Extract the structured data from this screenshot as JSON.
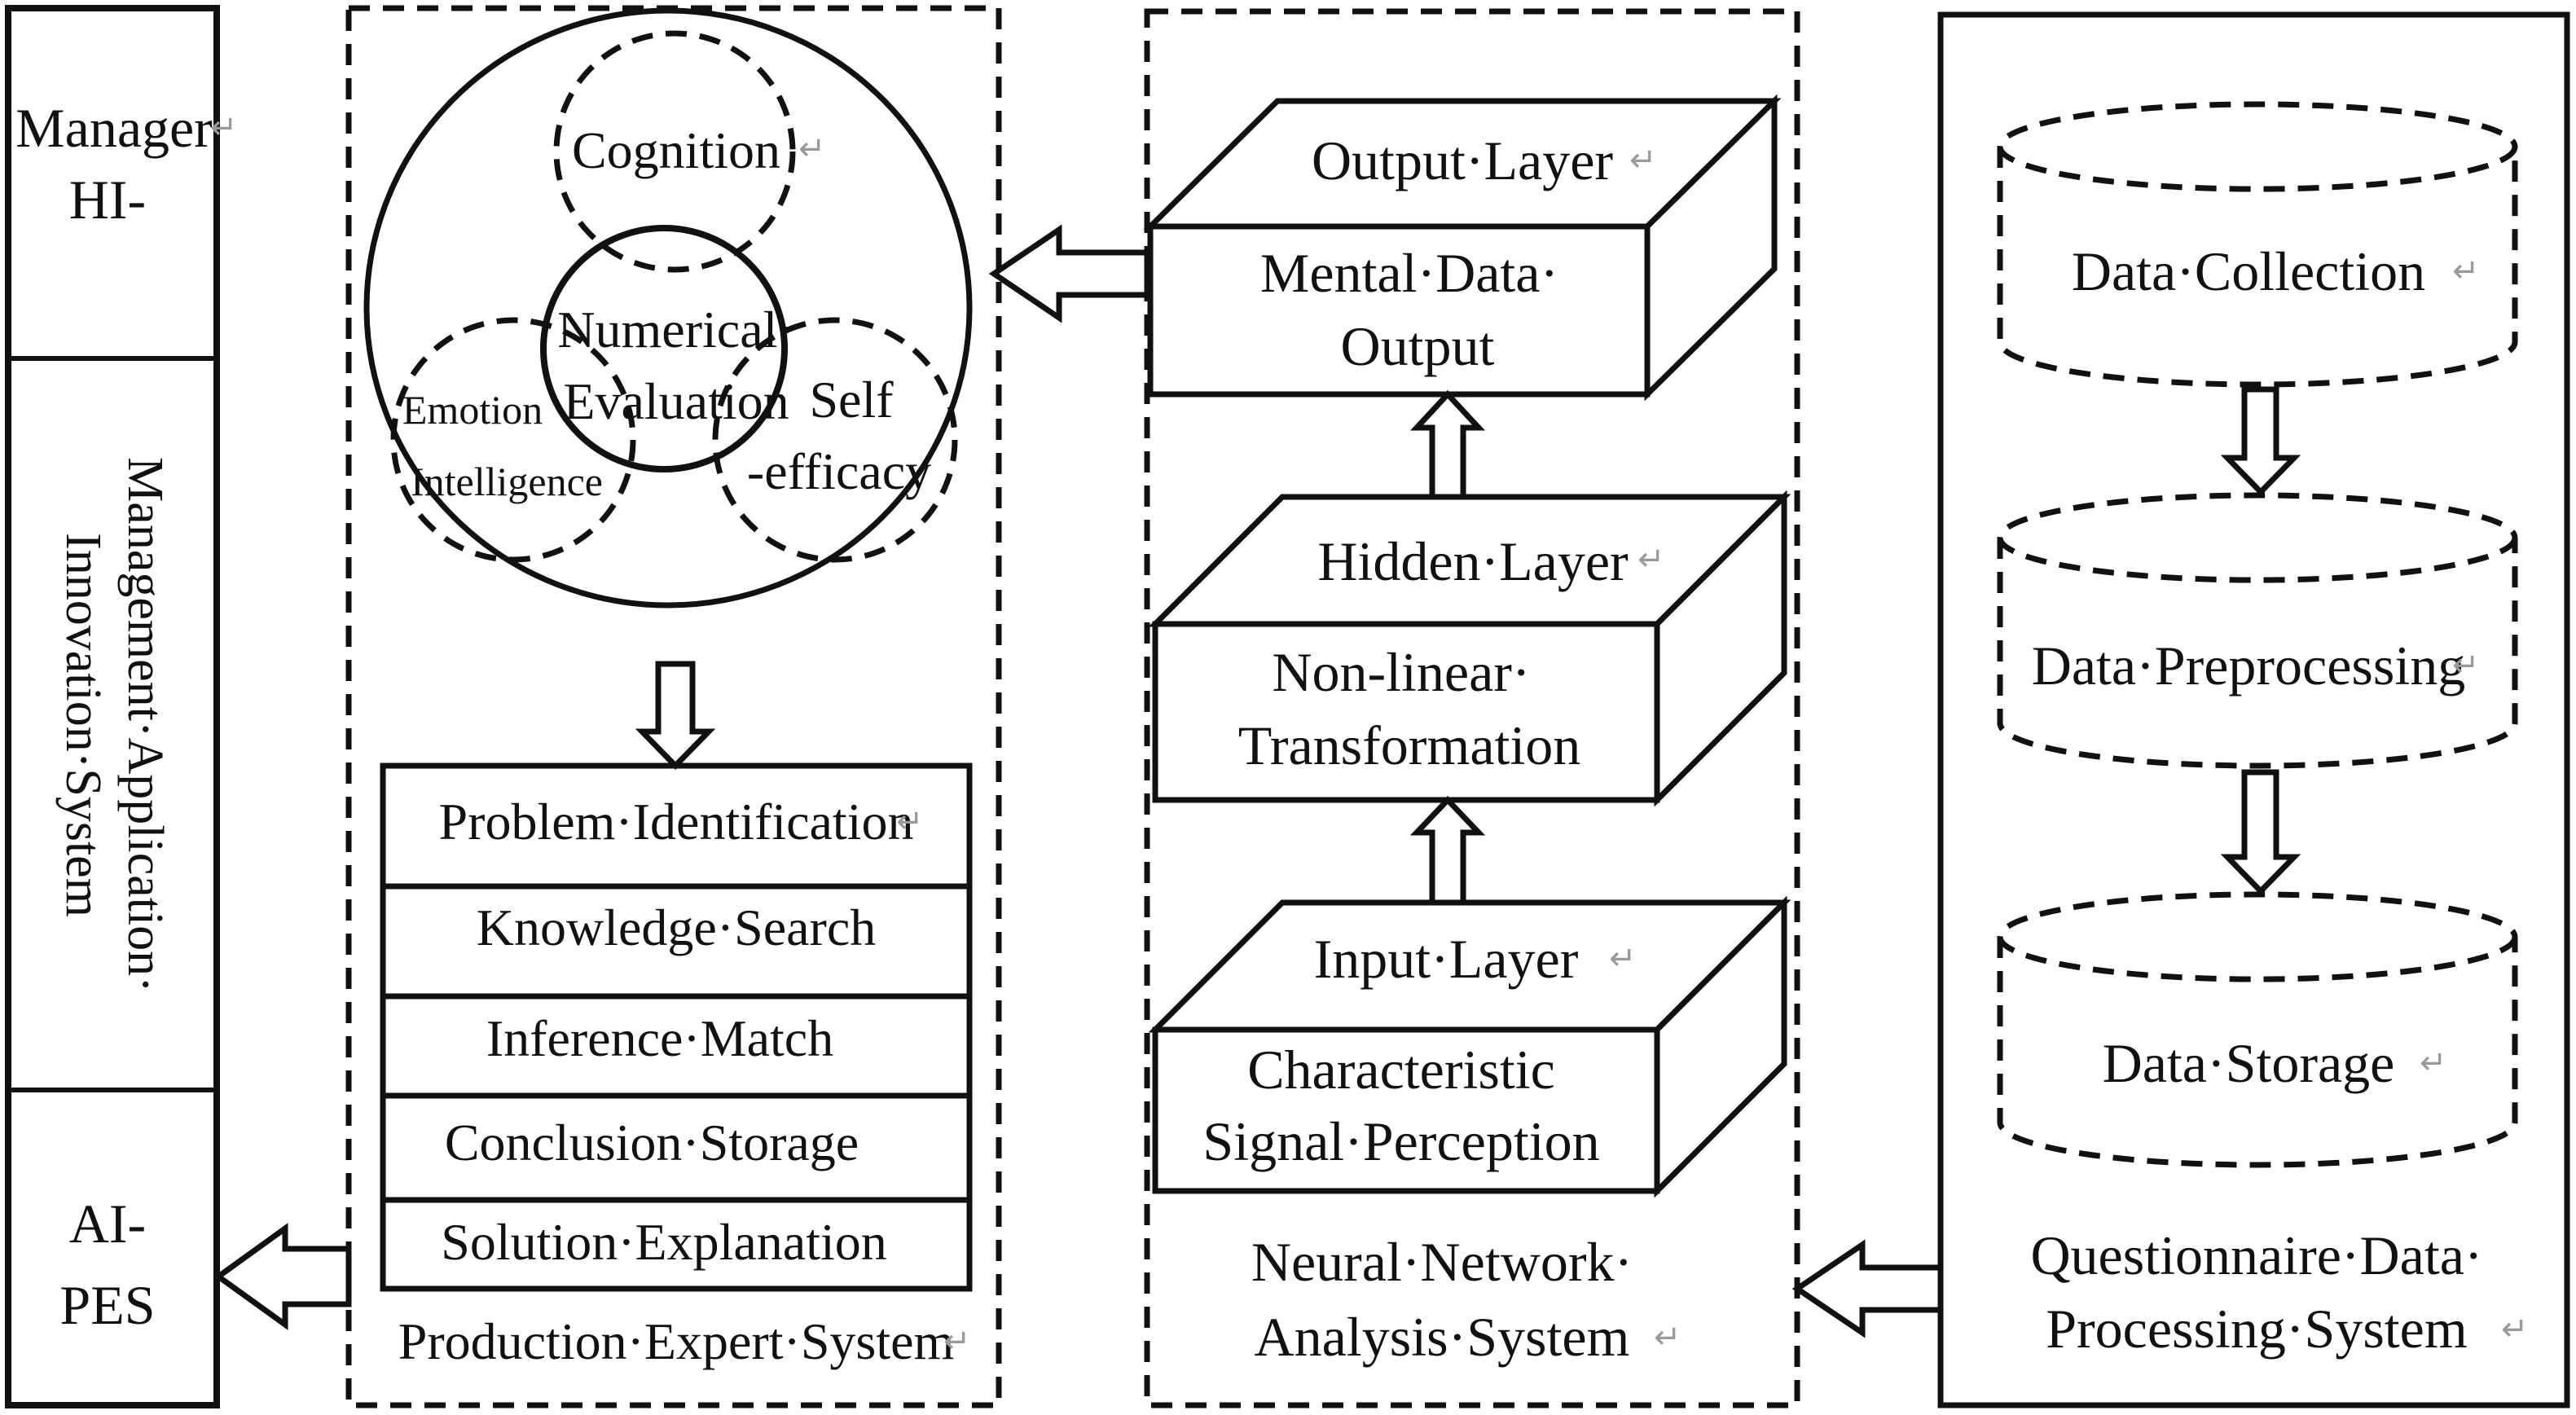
{
  "left_panel": {
    "manager_line1": "Manager",
    "manager_line2": "HI-",
    "vertical_line1": "Management·Application·",
    "vertical_line2": "Innovation·System",
    "ai_line1": "AI-",
    "ai_line2": "PES"
  },
  "production_expert": {
    "cognition": "Cognition",
    "numerical_line1": "Numerical·",
    "numerical_line2": "Evaluation",
    "emotion_line1": "Emotion",
    "emotion_line2": "Intelligence",
    "self_line1": "Self",
    "self_line2": "-efficacy",
    "steps": [
      "Problem·Identification",
      "Knowledge·Search",
      "Inference·Match",
      "Conclusion·Storage",
      "Solution·Explanation"
    ],
    "label": "Production·Expert·System"
  },
  "neural_network": {
    "output_layer": {
      "title": "Output·Layer",
      "line1": "Mental·Data·",
      "line2": "Output"
    },
    "hidden_layer": {
      "title": "Hidden·Layer",
      "line1": "Non-linear·",
      "line2": "Transformation"
    },
    "input_layer": {
      "title": "Input·Layer",
      "line1": "Characteristic",
      "line2": "Signal·Perception"
    },
    "label_line1": "Neural·Network·",
    "label_line2": "Analysis·System"
  },
  "questionnaire": {
    "cylinders": [
      "Data·Collection",
      "Data·Preprocessing",
      "Data·Storage"
    ],
    "label_line1": "Questionnaire·Data·",
    "label_line2": "Processing·System"
  },
  "return_mark": "↵"
}
